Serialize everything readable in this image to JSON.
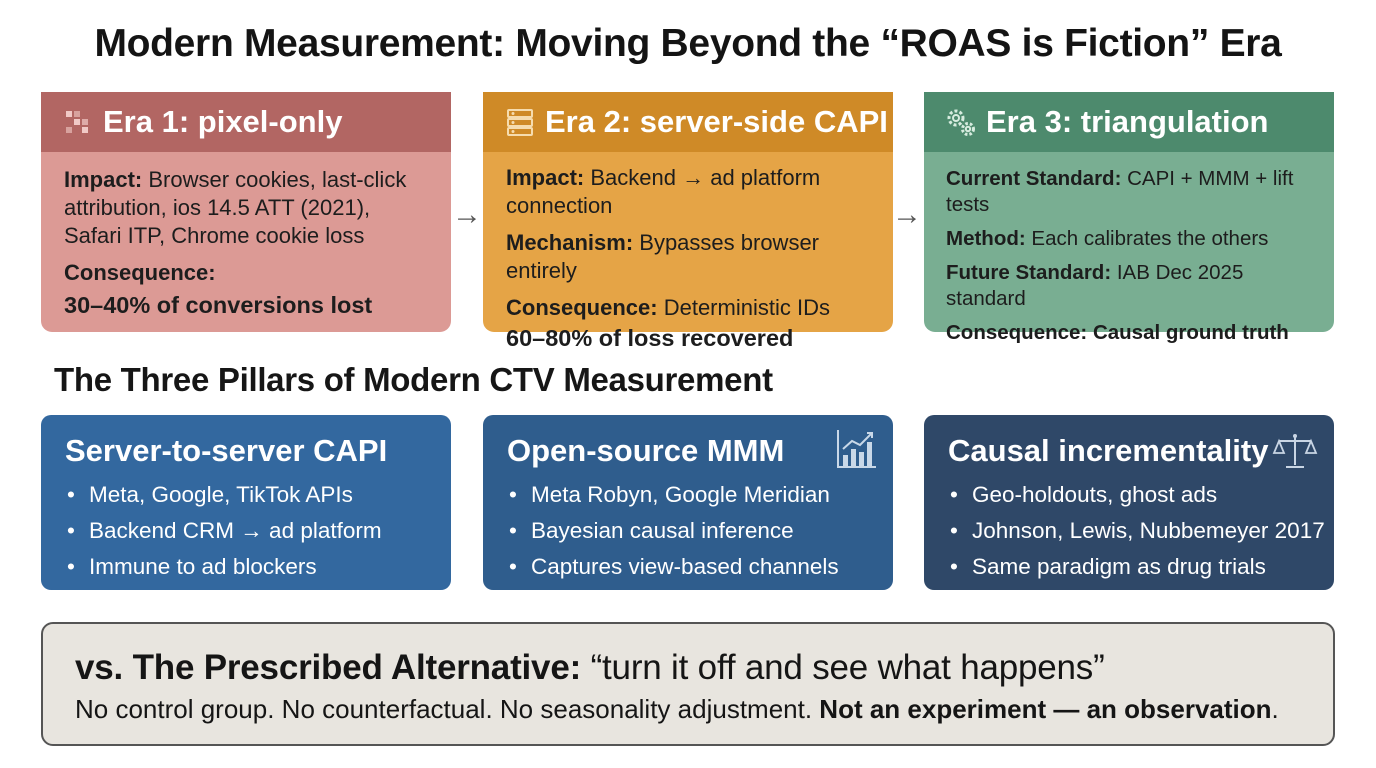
{
  "title": "Modern Measurement: Moving Beyond the “ROAS is Fiction” Era",
  "eras": [
    {
      "heading": "Era 1: pixel-only",
      "icon": "pixel-icon",
      "rows": [
        {
          "label": "Impact:",
          "text": " Browser cookies, last-click attribution, ios 14.5 ATT (2021), Safari ITP, Chrome cookie loss"
        },
        {
          "label": "Consequence:",
          "text": ""
        }
      ],
      "highlight": "30–40% of conversions lost"
    },
    {
      "heading": "Era 2: server-side CAPI",
      "icon": "server-icon",
      "rows": [
        {
          "label": "Impact:",
          "text": " Backend → ad platform connection"
        },
        {
          "label": "Mechanism:",
          "text": " Bypasses browser entirely"
        },
        {
          "label": "Consequence:",
          "text": " Deterministic IDs"
        }
      ],
      "highlight": "60–80% of loss recovered"
    },
    {
      "heading": "Era 3: triangulation",
      "icon": "gears-icon",
      "rows": [
        {
          "label": "Current Standard:",
          "text": " CAPI + MMM + lift tests"
        },
        {
          "label": "Method:",
          "text": " Each calibrates the others"
        },
        {
          "label": "Future Standard:",
          "text": " IAB Dec 2025 standard"
        },
        {
          "label": "Consequence: Causal ground truth",
          "text": ""
        }
      ],
      "highlight": ""
    }
  ],
  "section_title": "The Three Pillars of Modern CTV Measurement",
  "pillars": [
    {
      "title": "Server-to-server CAPI",
      "icon": "",
      "items": [
        "Meta, Google, TikTok APIs",
        "Backend CRM → ad platform",
        "Immune to ad blockers"
      ]
    },
    {
      "title": "Open-source MMM",
      "icon": "bar-chart-icon",
      "items": [
        "Meta Robyn, Google Meridian",
        "Bayesian causal inference",
        "Captures view-based channels"
      ]
    },
    {
      "title": "Causal incrementality",
      "icon": "scales-icon",
      "items": [
        "Geo-holdouts, ghost ads",
        "Johnson, Lewis, Nubbemeyer 2017",
        "Same paradigm as drug trials"
      ]
    }
  ],
  "alternative": {
    "lead": "vs. The Prescribed Alternative:",
    "quote": " “turn it off and see what happens”",
    "line2_plain": "No control group. No counterfactual. No seasonality adjustment. ",
    "line2_bold": "Not an experiment — an observation",
    "line2_end": "."
  },
  "colors": {
    "era1_head": "#b26663",
    "era1_body": "#dc9a95",
    "era2_head": "#cf8a27",
    "era2_body": "#e5a446",
    "era3_head": "#4d8a6d",
    "era3_body": "#79ae92",
    "pillar1": "#33689f",
    "pillar2": "#2f5d8d",
    "pillar3": "#2f4868",
    "alt_bg": "#e8e5df"
  }
}
